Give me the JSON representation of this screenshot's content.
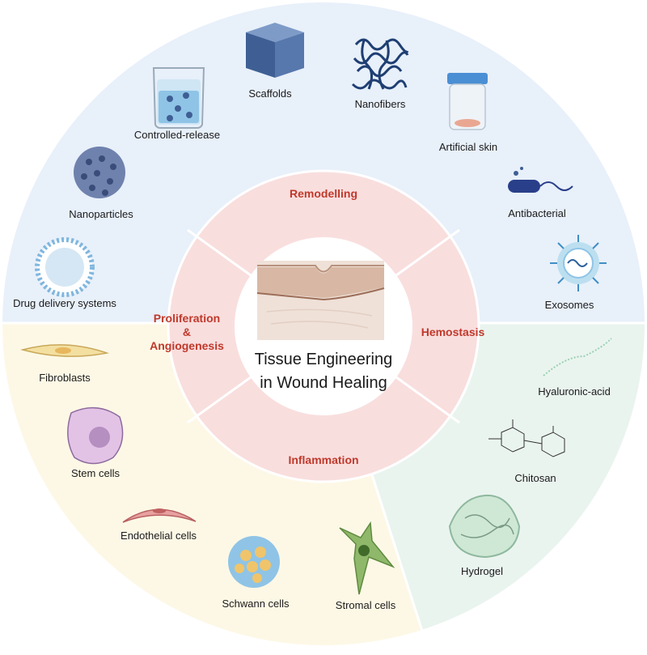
{
  "center": {
    "title_line1": "Tissue Engineering",
    "title_line2": "in Wound Healing"
  },
  "phases": {
    "remodelling": "Remodelling",
    "hemostasis": "Hemostasis",
    "inflammation": "Inflammation",
    "proliferation_line1": "Proliferation",
    "proliferation_line2": "&",
    "proliferation_line3": "Angiogenesis"
  },
  "biomaterials": {
    "scaffolds": "Scaffolds",
    "nanofibers": "Nanofibers",
    "controlled_release": "Controlled-release",
    "artificial_skin": "Artificial skin",
    "nanoparticles": "Nanoparticles",
    "antibacterial": "Antibacterial",
    "drug_delivery": "Drug delivery systems",
    "exosomes": "Exosomes"
  },
  "cells": {
    "fibroblasts": "Fibroblasts",
    "stem_cells": "Stem cells",
    "endothelial": "Endothelial cells",
    "schwann": "Schwann cells",
    "stromal": "Stromal cells"
  },
  "polymers": {
    "hyaluronic_acid": "Hyaluronic-acid",
    "chitosan": "Chitosan",
    "hydrogel": "Hydrogel"
  },
  "colors": {
    "top_sector": "#e8f0fa",
    "cells_sector": "#fdf8e6",
    "polymer_sector": "#eaf4ef",
    "ring": "#f9dede",
    "phase_text": "#c0392b"
  }
}
